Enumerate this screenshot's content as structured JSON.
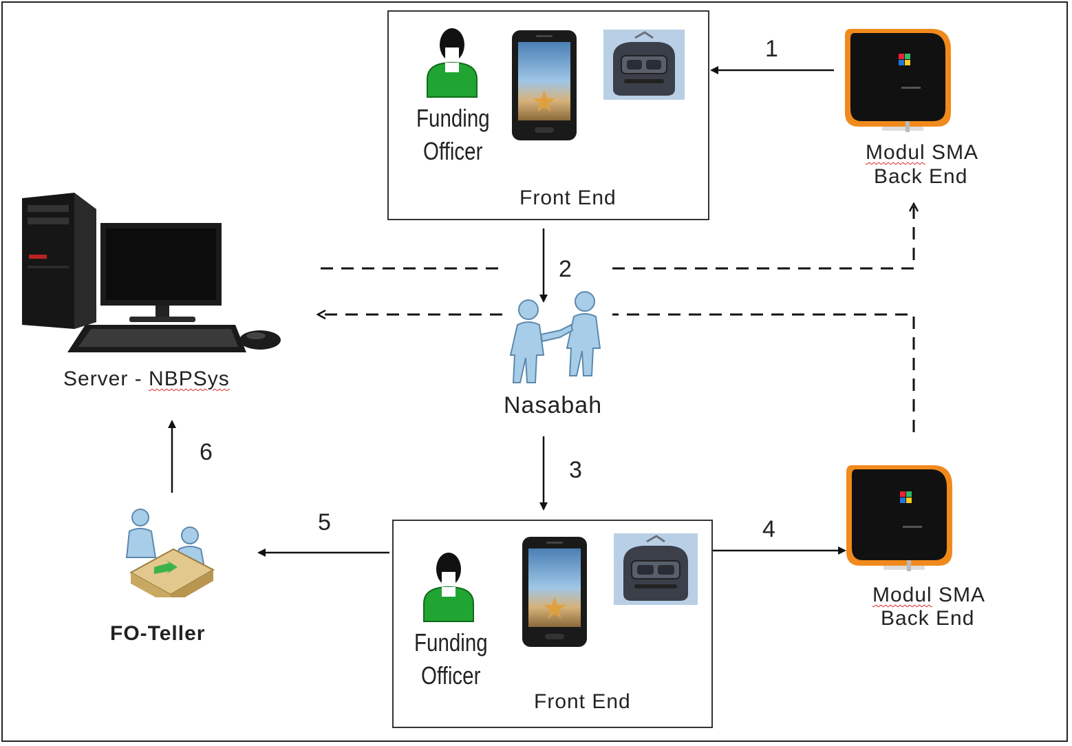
{
  "nodes": {
    "front_end_top": {
      "officer_line1": "Funding",
      "officer_line2": "Officer",
      "label": "Front End"
    },
    "front_end_bottom": {
      "officer_line1": "Funding",
      "officer_line2": "Officer",
      "label": "Front End"
    },
    "sma_top": {
      "line1_a": "Modul",
      "line1_b": " SMA",
      "line2": "Back End"
    },
    "sma_bottom": {
      "line1_a": "Modul",
      "line1_b": " SMA",
      "line2": "Back End"
    },
    "server": {
      "label_a": "Server - ",
      "label_b": "NBPSys"
    },
    "nasabah": {
      "label": "Nasabah"
    },
    "fo_teller": {
      "label": "FO-Teller"
    }
  },
  "steps": [
    "1",
    "2",
    "3",
    "4",
    "5",
    "6"
  ],
  "colors": {
    "line": "#111111",
    "officer_green": "#21a532",
    "device_orange": "#f08a1c",
    "people_blue": "#a8cde8",
    "printer_bg": "#b9cfe6"
  }
}
